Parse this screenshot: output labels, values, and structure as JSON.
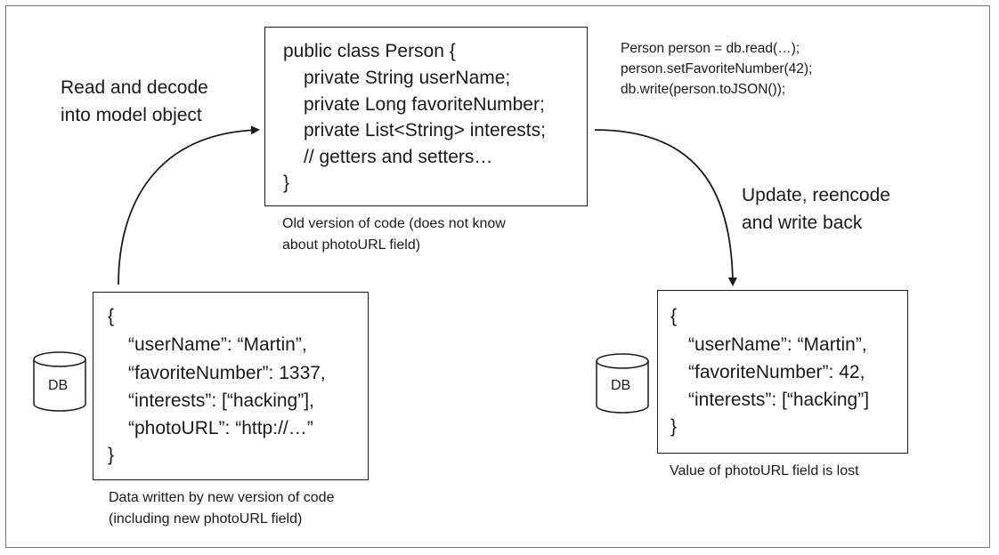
{
  "person_class": {
    "lines": [
      "public class Person {",
      "private String userName;",
      "private Long favoriteNumber;",
      "private List<String> interests;",
      "// getters and setters…",
      "}"
    ],
    "caption_lines": [
      "Old version of code (does not know",
      "about photoURL field)"
    ]
  },
  "code_snippet": {
    "lines": [
      "Person person = db.read(…);",
      "person.setFavoriteNumber(42);",
      "db.write(person.toJSON());"
    ]
  },
  "left_arrow_label": {
    "lines": [
      "Read and decode",
      "into model object"
    ]
  },
  "right_arrow_label": {
    "lines": [
      "Update, reencode",
      "and write back"
    ]
  },
  "original_record": {
    "lines": [
      "{",
      "“userName”: “Martin”,",
      "“favoriteNumber”: 1337,",
      "“interests”: [“hacking”],",
      "“photoURL”: “http://…”",
      "}"
    ],
    "caption_lines": [
      "Data written by new version of code",
      "(including new photoURL field)"
    ],
    "db_label": "DB"
  },
  "updated_record": {
    "lines": [
      "{",
      "“userName”: “Martin”,",
      "“favoriteNumber”: 42,",
      "“interests”: [“hacking”]",
      "}"
    ],
    "caption_lines": [
      "Value of photoURL field is lost"
    ],
    "db_label": "DB"
  }
}
